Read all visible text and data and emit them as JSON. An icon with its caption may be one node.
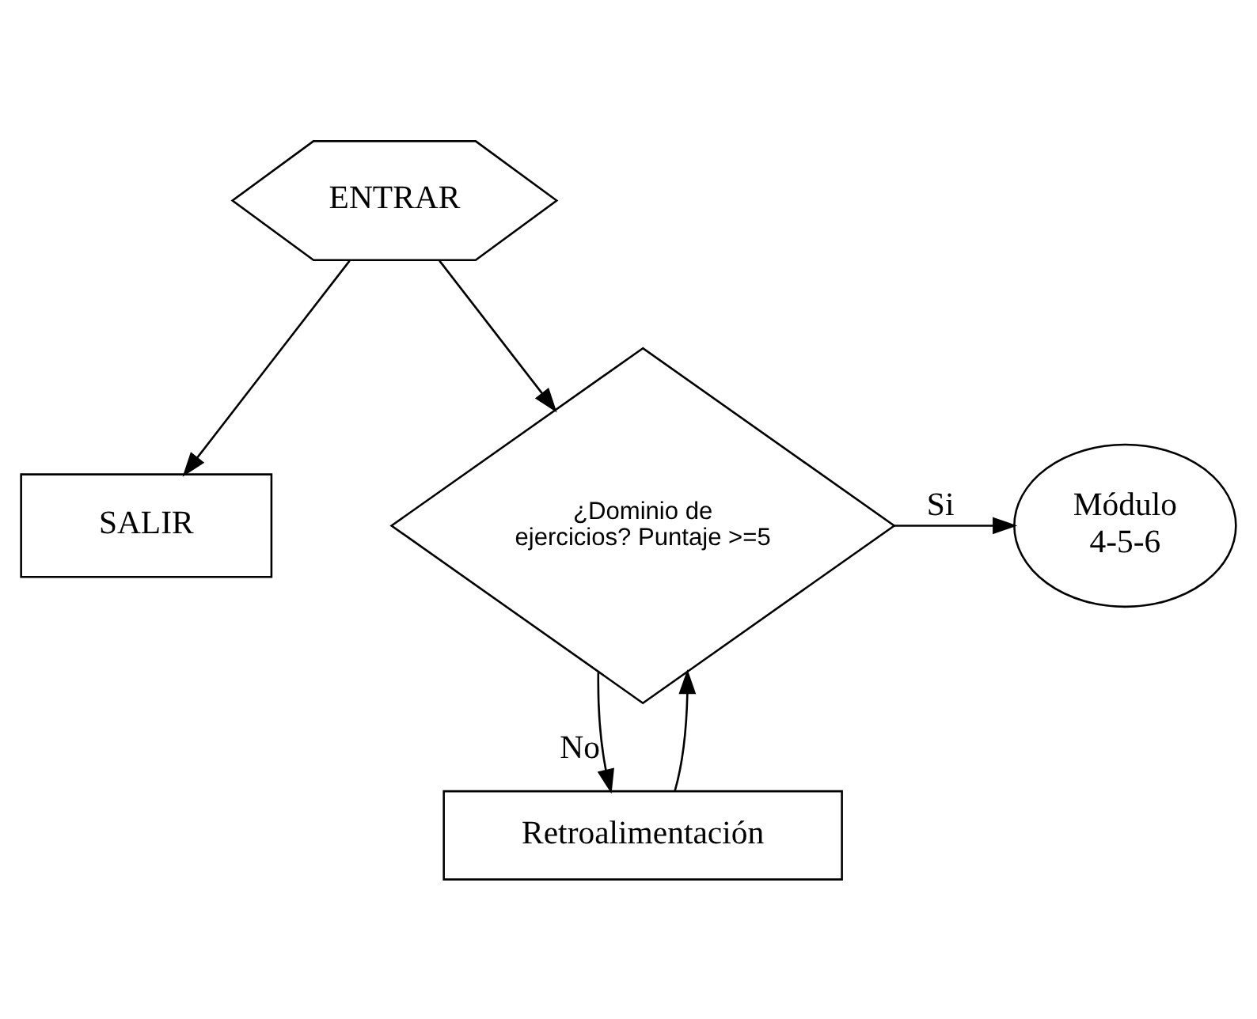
{
  "diagram": {
    "nodes": [
      {
        "text": [
          "ENTRAR"
        ]
      },
      {
        "text": [
          "SALIR"
        ]
      },
      {
        "text": [
          "¿Dominio de ejercicios? Puntaje >=5"
        ]
      },
      {
        "text": [
          "Módulo 4-5-6"
        ]
      },
      {
        "text": [
          "Retroalimentación"
        ]
      }
    ],
    "edges": [
      {
        "from": 0,
        "to": 2,
        "arrow": "to"
      },
      {
        "from": 0,
        "to": 1,
        "arrow": "to"
      },
      {
        "from": 2,
        "to": 3,
        "arrow": "to",
        "label": "Si"
      },
      {
        "from": 2,
        "to": 4,
        "arrow": "to",
        "label": "No"
      },
      {
        "from": 4,
        "to": 2,
        "arrow": "to"
      }
    ]
  }
}
